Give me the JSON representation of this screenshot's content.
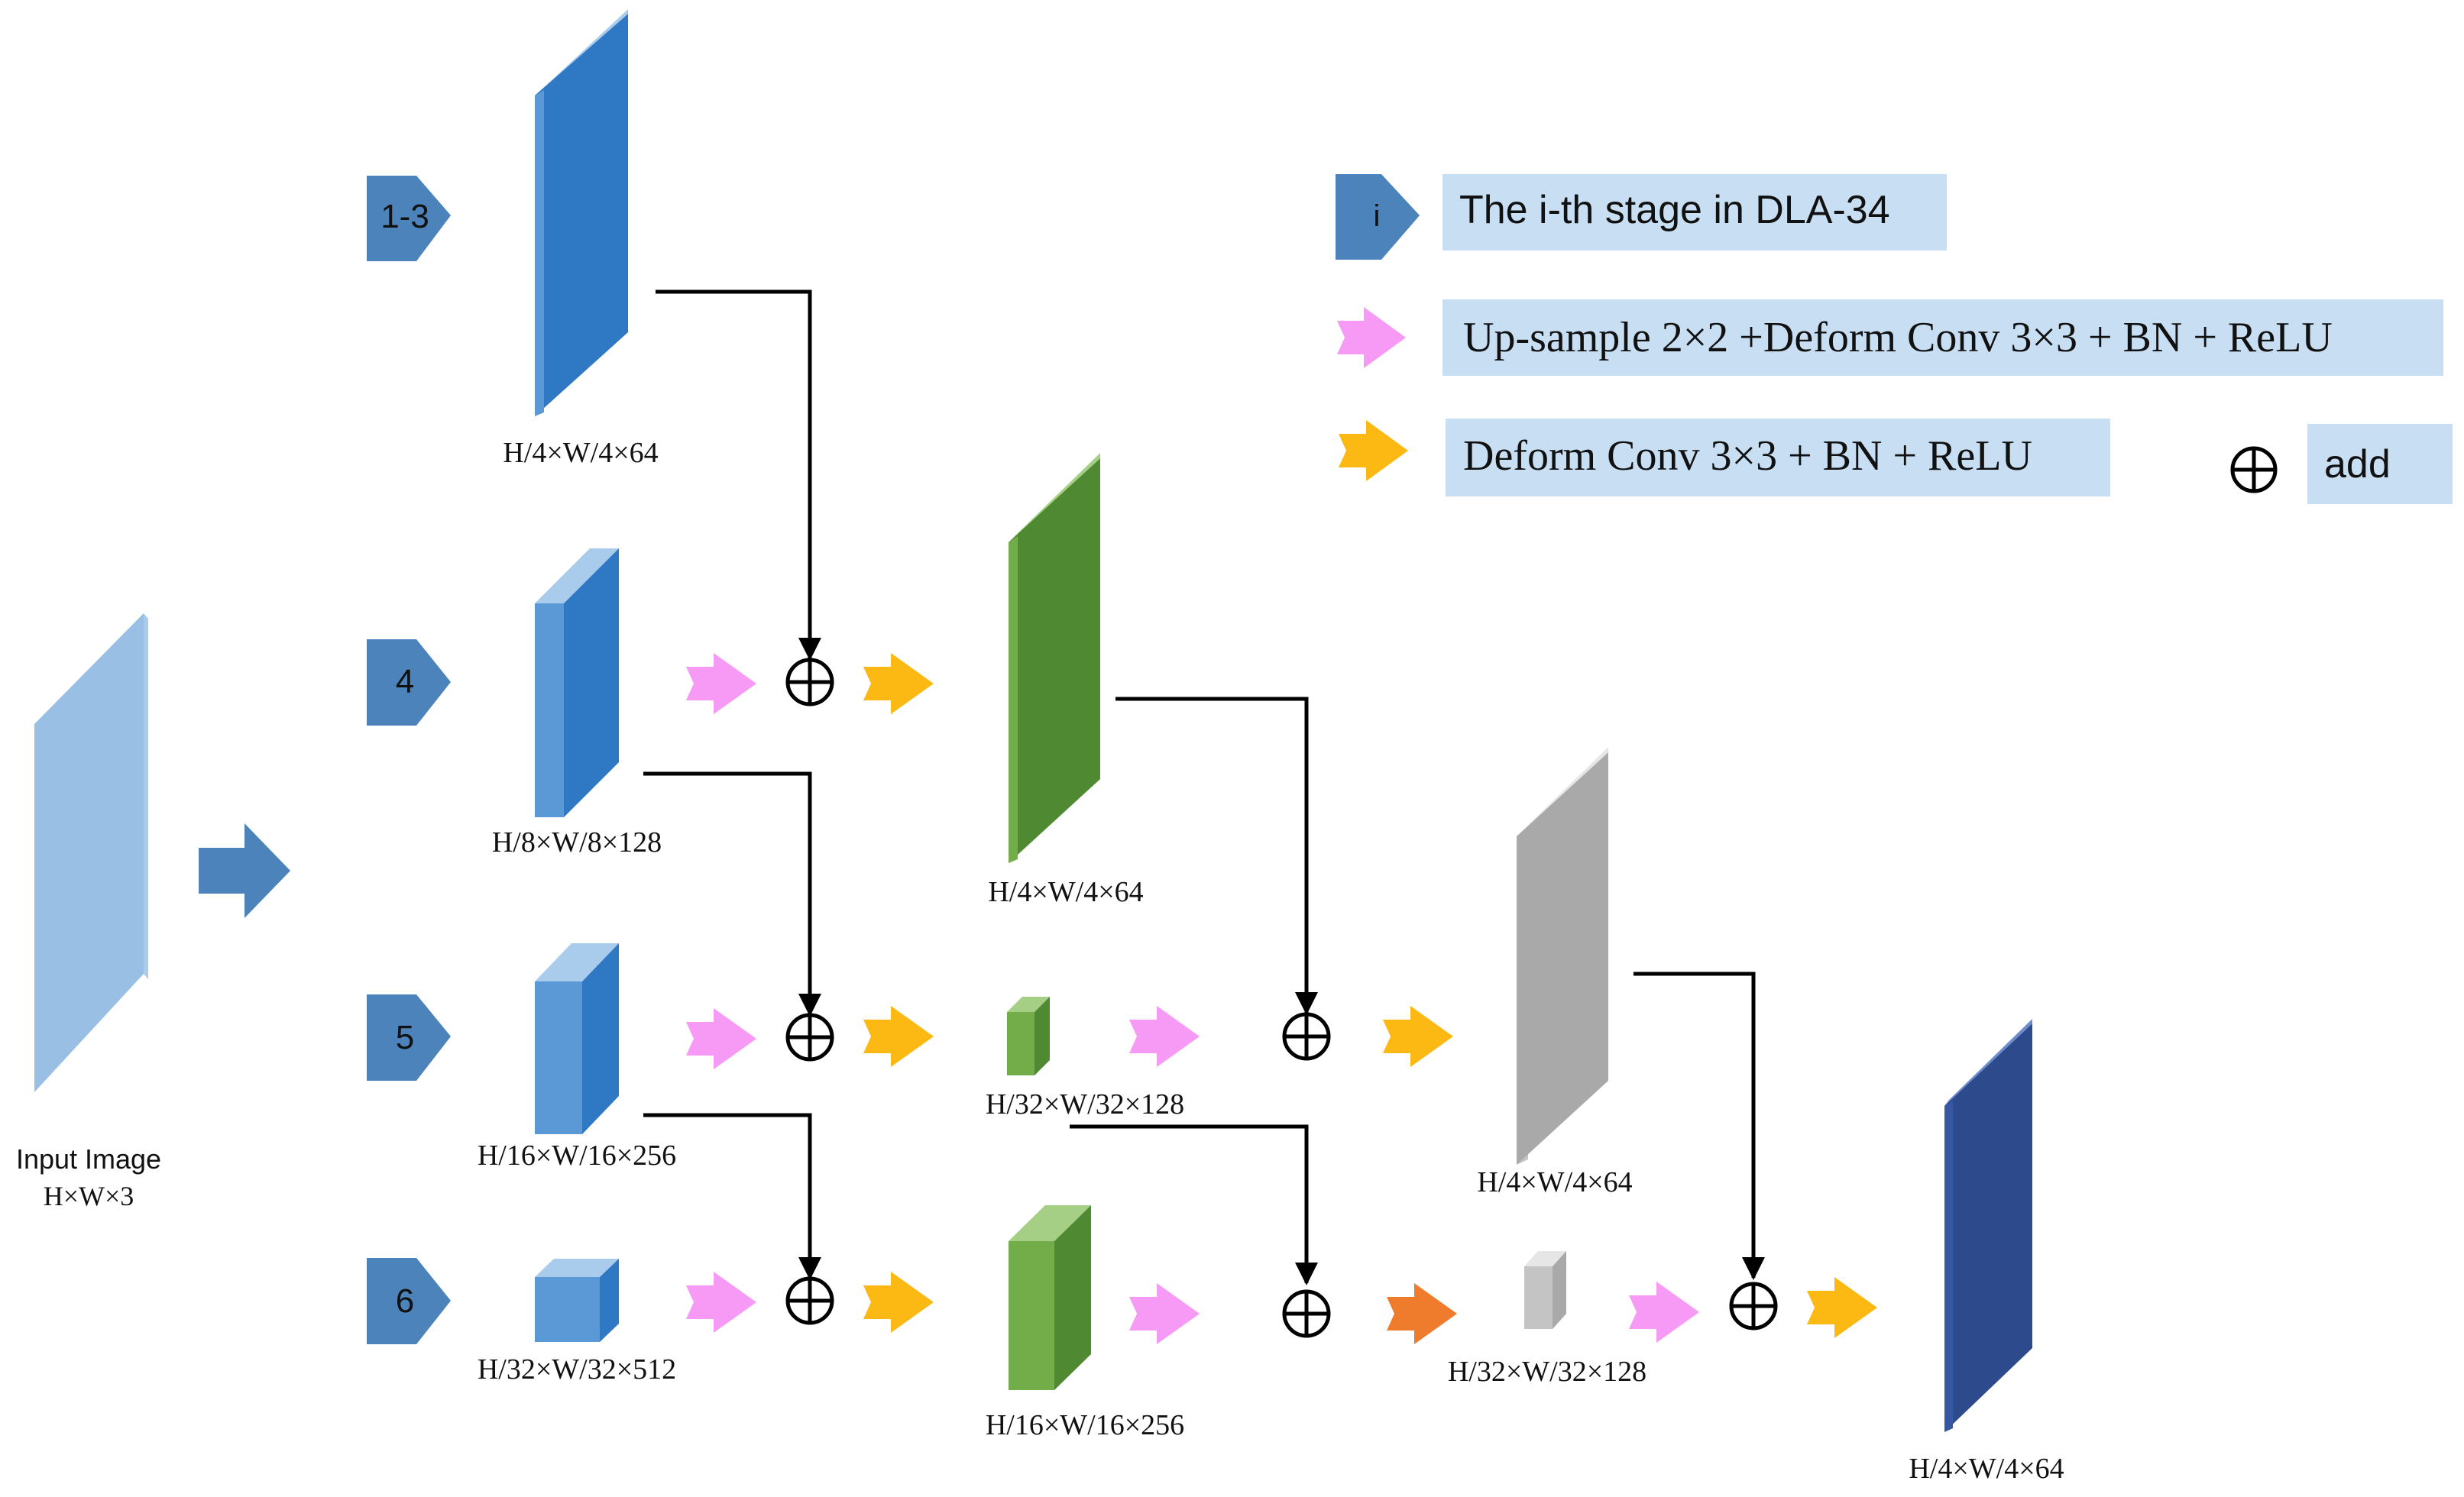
{
  "colors": {
    "input": "#99bfe4",
    "dla_front": "#5a99d6",
    "dla_side": "#2f78c4",
    "dla_top": "#a9cbec",
    "green_front": "#72ad4a",
    "green_side": "#4f8a33",
    "green_top": "#a4cf85",
    "gray_front": "#c4c4c4",
    "gray_side": "#a9a9a9",
    "gray_top": "#e6e6e6",
    "navy_front": "#3657a3",
    "navy_side": "#2d4a8d",
    "stage_tag": "#4b83ba",
    "pink_arrow": "#f69af5",
    "yellow_arrow": "#fdb913",
    "orange_arrow": "#ef7b2d",
    "legend_box": "#c7def3"
  },
  "stages": [
    "1-3",
    "4",
    "5",
    "6"
  ],
  "input": {
    "title": "Input Image",
    "dims": "H×W×3"
  },
  "labels": {
    "dla_13": "H/4×W/4×64",
    "dla_4": "H/8×W/8×128",
    "dla_5": "H/16×W/16×256",
    "dla_6": "H/32×W/32×512",
    "green_top": "H/4×W/4×64",
    "green_mid": "H/32×W/32×128",
    "green_bottom": "H/16×W/16×256",
    "gray_top": "H/4×W/4×64",
    "gray_bottom": "H/32×W/32×128",
    "output": "H/4×W/4×64"
  },
  "legend": {
    "stage_icon": "i",
    "stage_text": "The i-th stage in DLA-34",
    "upsample_text": "Up-sample 2×2 +Deform Conv 3×3 + BN + ReLU",
    "deform_text": "Deform Conv 3×3 + BN + ReLU",
    "add_text": "add"
  }
}
